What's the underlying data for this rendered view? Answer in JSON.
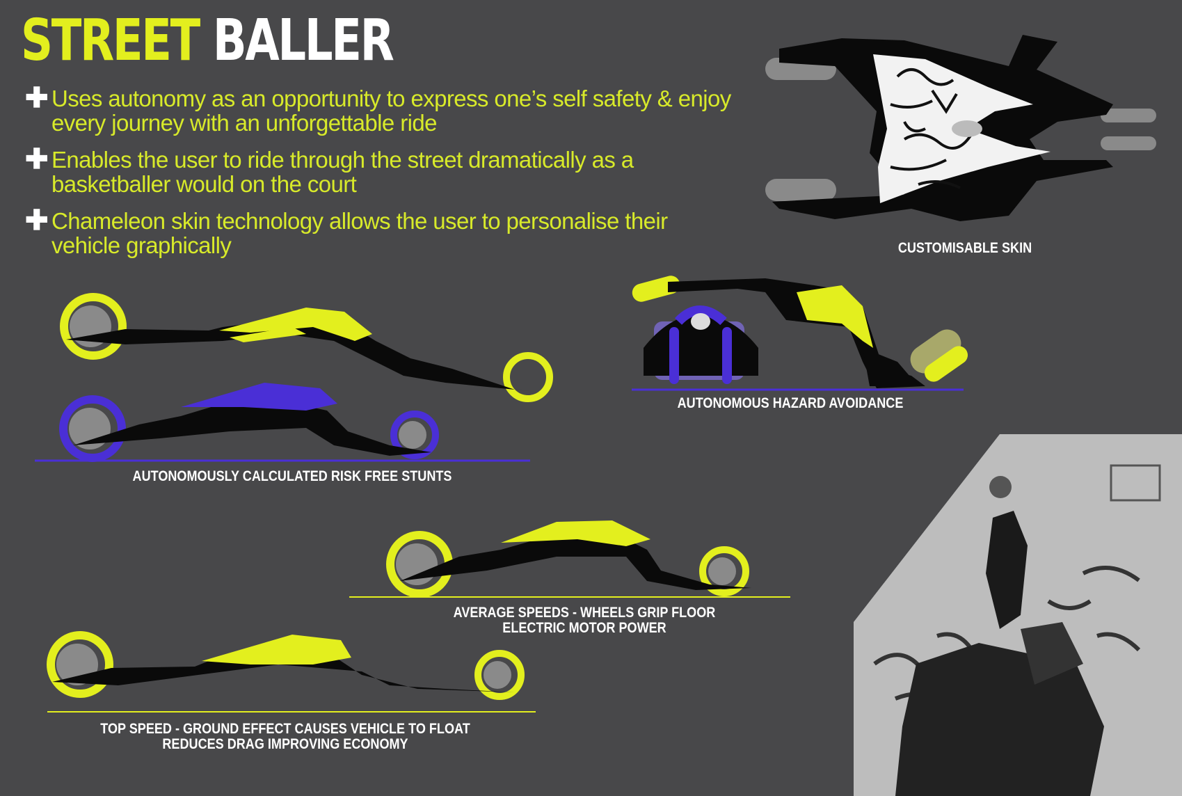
{
  "title": {
    "word1": "STREET",
    "word2": "BALLER"
  },
  "bullets": [
    {
      "icon": "plus-icon",
      "text": "Uses autonomy as an opportunity to express one’s self safety & enjoy every journey with an unforgettable ride"
    },
    {
      "icon": "plus-icon",
      "text": "Enables the user to ride through the street dramatically as a basketballer would on the court"
    },
    {
      "icon": "plus-icon",
      "text": "Chameleon skin technology allows the user to personalise their vehicle graphically"
    }
  ],
  "captions": {
    "customisable_skin": "CUSTOMISABLE SKIN",
    "hazard_avoidance": "AUTONOMOUS HAZARD AVOIDANCE",
    "risk_free_stunts": "AUTONOMOUSLY CALCULATED RISK FREE STUNTS",
    "average_speeds_line1": "AVERAGE SPEEDS - WHEELS GRIP FLOOR",
    "average_speeds_line2": "ELECTRIC MOTOR POWER",
    "top_speed_line1": "TOP SPEED - GROUND EFFECT CAUSES VEHICLE TO FLOAT",
    "top_speed_line2": "REDUCES DRAG IMPROVING ECONOMY"
  },
  "colors": {
    "background": "#48484a",
    "accent_yellow": "#e3ef1e",
    "accent_purple": "#4a2fd6",
    "vehicle_black": "#0a0a0a",
    "wheel_grey": "#8a8a8a"
  }
}
